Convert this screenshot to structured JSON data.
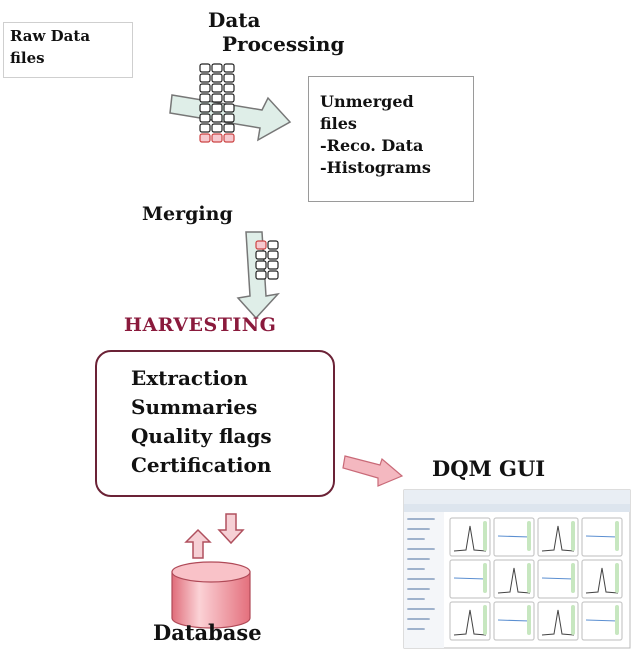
{
  "raw_data": {
    "line1": "Raw Data",
    "line2": "files"
  },
  "data_processing": {
    "line1": "Data",
    "line2": "Processing"
  },
  "unmerged": {
    "line1": "Unmerged",
    "line2": "files",
    "line3": "-Reco. Data",
    "line4": "-Histograms"
  },
  "merging": "Merging",
  "harvesting": {
    "title": "HARVESTING",
    "items": [
      "Extraction",
      "Summaries",
      "Quality flags",
      "Certification"
    ]
  },
  "dqm_gui": "DQM GUI",
  "database": "Database",
  "colors": {
    "harvest_title": "#8a1a3c",
    "harvest_border": "#6b2236",
    "arrow_fill": "#dfeee8",
    "pink_arrow": "#f4b8c0",
    "database": "#f3a0a8"
  }
}
